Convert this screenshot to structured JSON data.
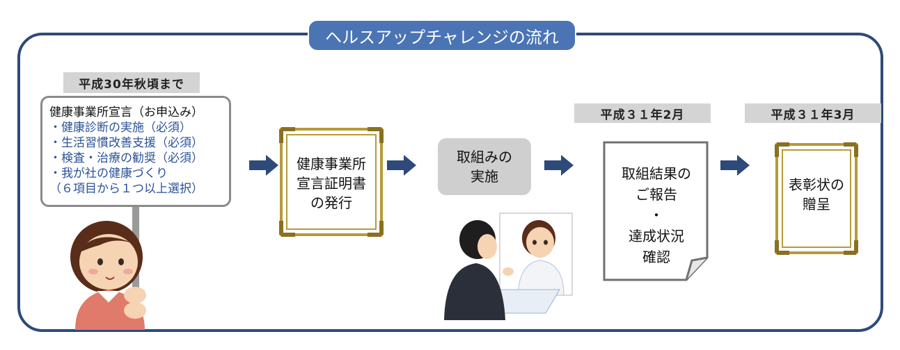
{
  "title": "ヘルスアップチャレンジの流れ",
  "step1": {
    "date": "平成30年秋頃まで",
    "heading": "健康事業所宣言（お申込み）",
    "items": [
      "・健康診断の実施（必須）",
      "・生活習慣改善支援（必須）",
      "・検査・治療の勧奨（必須）",
      "・我が社の健康づくり"
    ],
    "note": "（６項目から１つ以上選択）"
  },
  "step2": {
    "lines": [
      "健康事業所",
      "宣言証明書",
      "の発行"
    ]
  },
  "step3": {
    "lines": [
      "取組みの",
      "実施"
    ]
  },
  "step4": {
    "date": "平成３１年2月",
    "lines": [
      "取組結果の",
      "ご報告",
      "・",
      "達成状況",
      "確認"
    ]
  },
  "step5": {
    "date": "平成３１年3月",
    "lines": [
      "表彰状の",
      "贈呈"
    ]
  },
  "colors": {
    "frame": "#2e4a7a",
    "title_bg": "#4a74b4",
    "arrow": "#2e4a7a",
    "gold": "#b59a3a",
    "item_text": "#2a5298",
    "date_bg": "#d4d4d4"
  },
  "icons": {
    "arrow": "right-arrow-icon",
    "person_sign": "woman-holding-sign-illustration",
    "consultation": "health-consultation-illustration"
  }
}
